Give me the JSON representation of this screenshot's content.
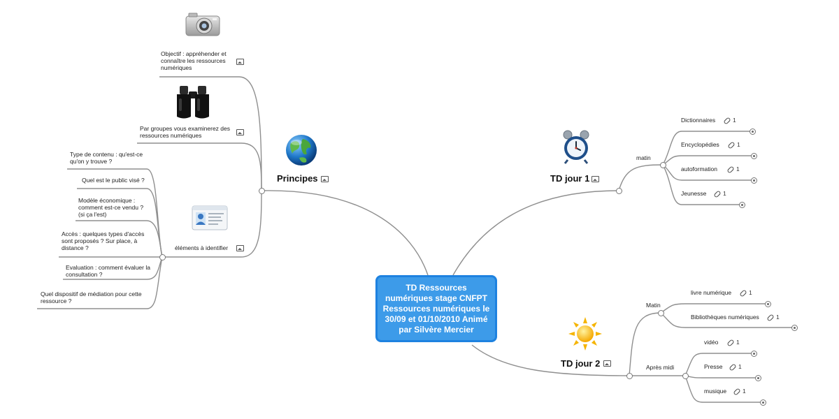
{
  "central": {
    "title": "TD Ressources numériques stage CNFPT Ressources numériques le 30/09 et 01/10/2010 Animé par Silvère Mercier"
  },
  "branches": {
    "principes": {
      "title": "Principes",
      "icon": "globe-icon",
      "children": {
        "objectif": {
          "text": "Objectif : appréhender et connaître les ressources numériques",
          "icon": "camera-icon"
        },
        "groupes": {
          "text": "Par groupes vous examinerez des ressources numériques",
          "icon": "binoculars-icon"
        },
        "elements": {
          "text": "éléments à identifier",
          "icon": "contact-card-icon",
          "items": [
            "Type de contenu : qu'est-ce qu'on y trouve ?",
            "Quel est le public visé ?",
            "Modèle économique : comment est-ce vendu ? (si ça l'est)",
            "Accès : quelques types d'accès sont proposés ? Sur place, à distance ?",
            "Evaluation : comment évaluer la consultation ?",
            "Quel dispositif de médiation pour cette ressource ?"
          ]
        }
      }
    },
    "jour1": {
      "title": "TD jour 1",
      "icon": "alarm-clock-icon",
      "matin": {
        "label": "matin",
        "items": [
          {
            "label": "Dictionnaires",
            "links": "1"
          },
          {
            "label": "Encyclopédies",
            "links": "1"
          },
          {
            "label": "autoformation",
            "links": "1"
          },
          {
            "label": "Jeunesse",
            "links": "1"
          }
        ]
      }
    },
    "jour2": {
      "title": "TD jour 2",
      "icon": "sun-icon",
      "matin": {
        "label": "Matin",
        "items": [
          {
            "label": "livre numérique",
            "links": "1"
          },
          {
            "label": "Bibliothèques numériques",
            "links": "1"
          }
        ]
      },
      "apresmidi": {
        "label": "Après midi",
        "items": [
          {
            "label": "vidéo",
            "links": "1"
          },
          {
            "label": "Presse",
            "links": "1"
          },
          {
            "label": "musique",
            "links": "1"
          }
        ]
      }
    }
  },
  "colors": {
    "central_fill": "#3d9be9",
    "central_border": "#1e82e0",
    "connector": "#8f8f8f"
  }
}
